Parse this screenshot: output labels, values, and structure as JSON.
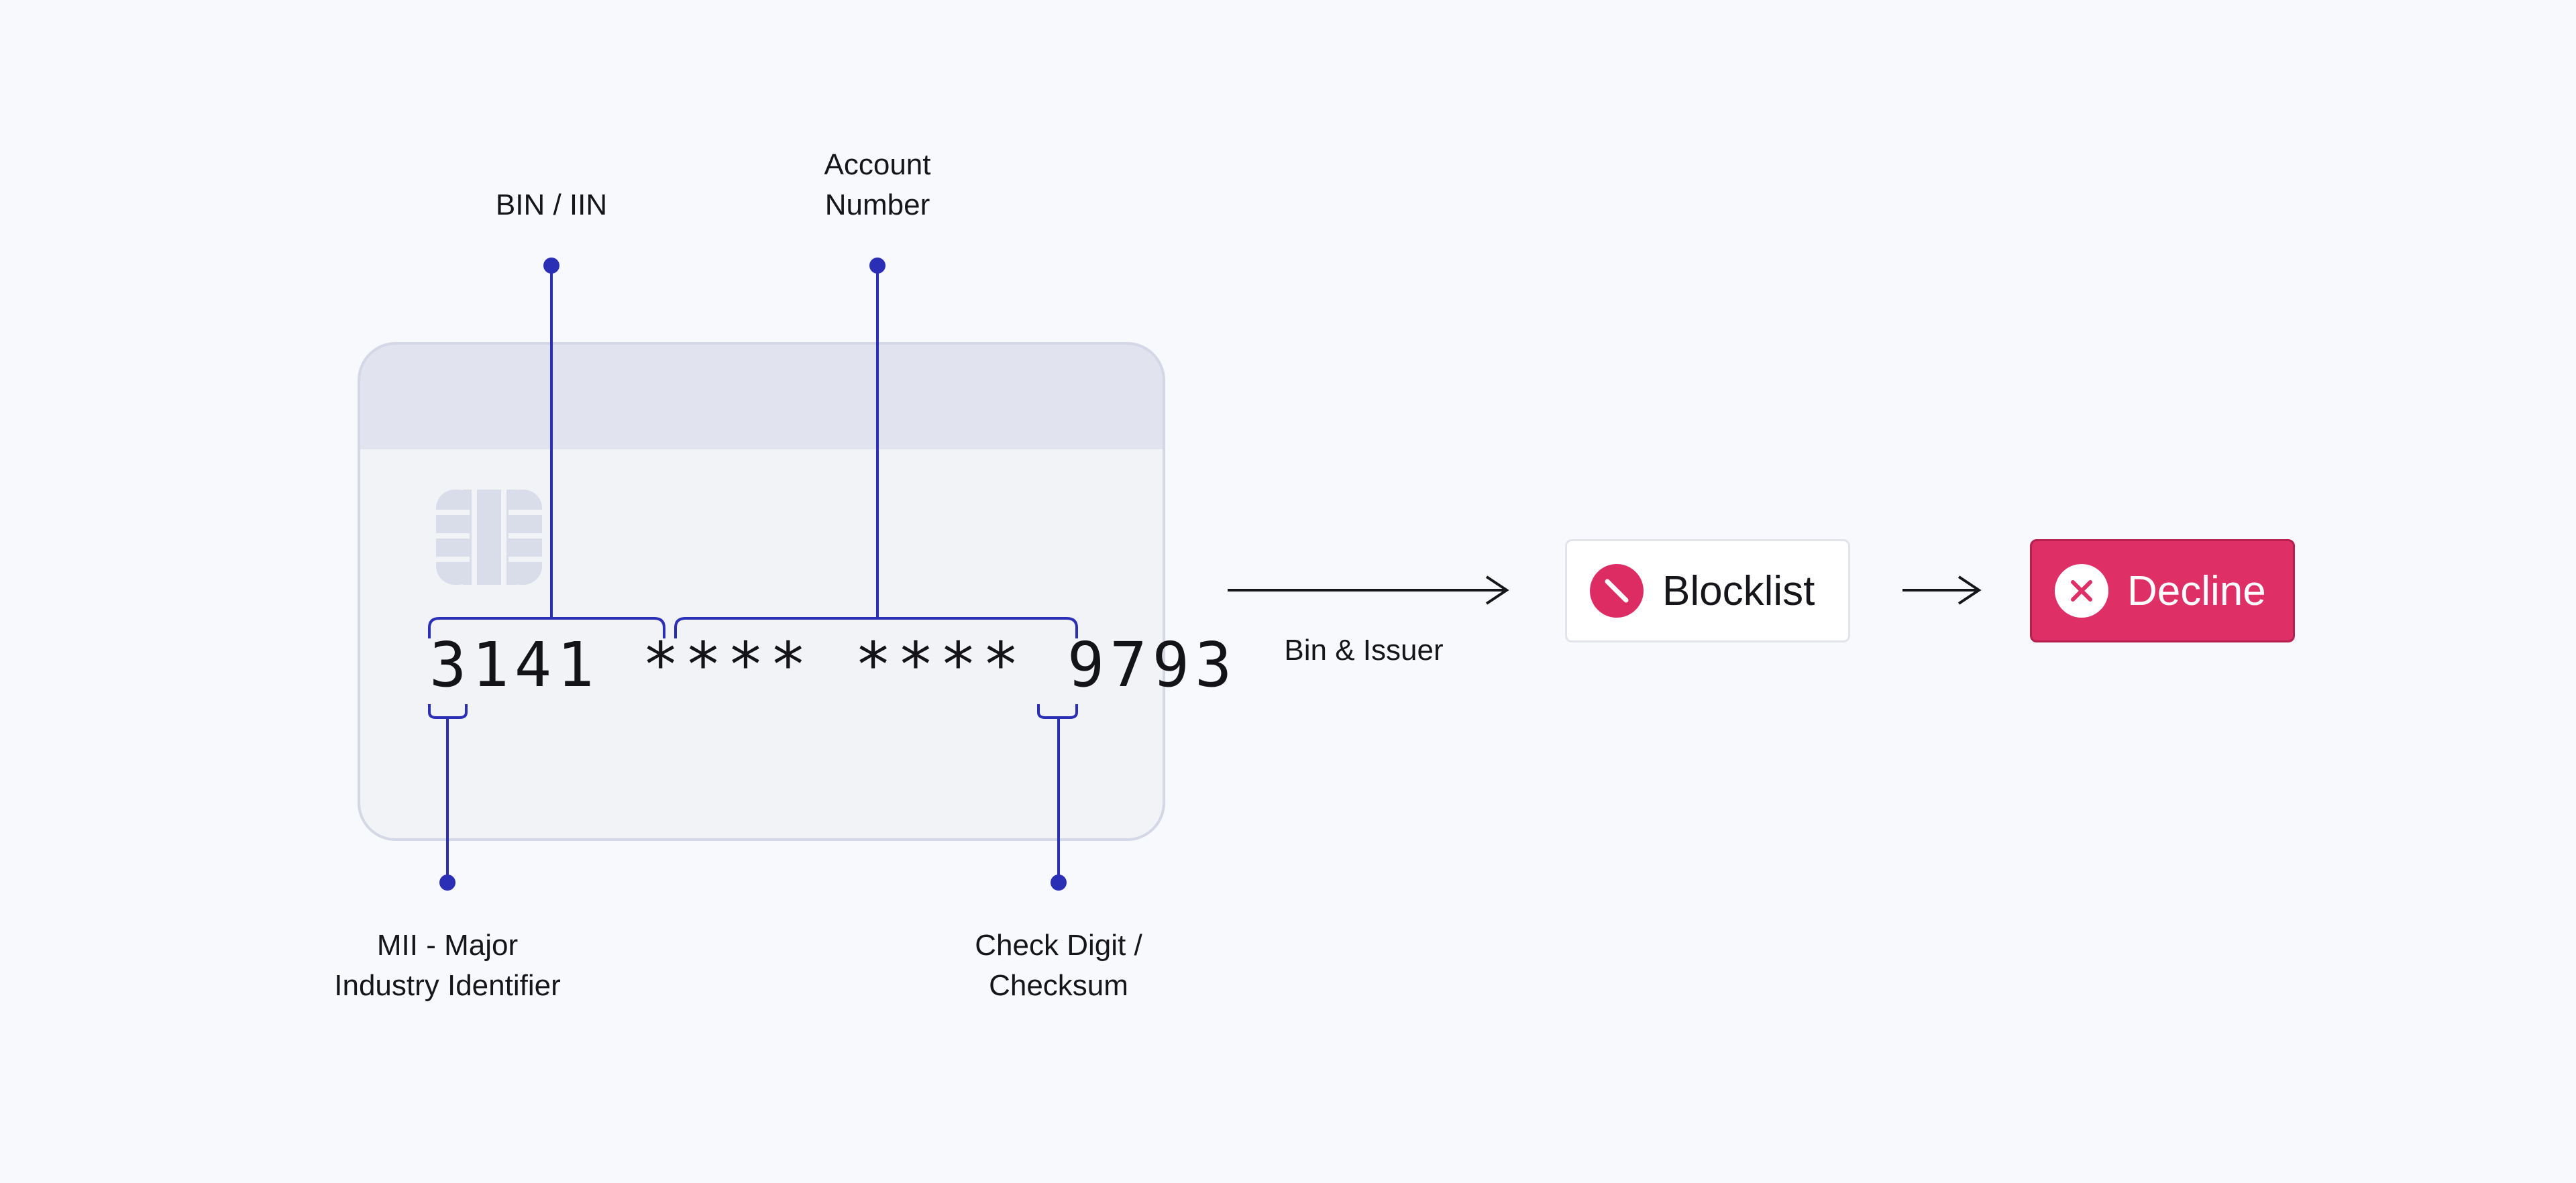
{
  "card": {
    "number_groups": [
      "3141",
      "****",
      "****",
      "9793"
    ]
  },
  "annotations": {
    "bin": {
      "label": "BIN / IIN"
    },
    "account": {
      "line1": "Account",
      "line2": "Number"
    },
    "mii": {
      "line1": "MII - Major",
      "line2": "Industry Identifier"
    },
    "check_digit": {
      "line1": "Check Digit /",
      "line2": "Checksum"
    }
  },
  "flow": {
    "arrow_label": "Bin & Issuer",
    "blocklist": {
      "label": "Blocklist",
      "icon": "no-entry-icon"
    },
    "decline": {
      "label": "Decline",
      "icon": "x-circle-icon"
    }
  },
  "colors": {
    "accent_line": "#2b2fb5",
    "card_fill": "#f2f3f7",
    "card_header": "#e1e4ef",
    "card_border": "#d3d7e6",
    "chip": "#d9dde9",
    "blocklist_icon": "#dc2c63",
    "decline_fill": "#de2f67"
  }
}
